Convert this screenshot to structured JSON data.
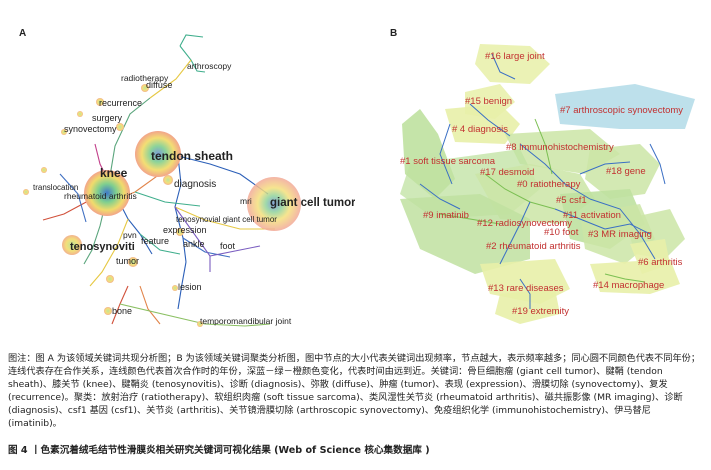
{
  "panel_a": {
    "label": "A",
    "keywords": [
      "arthroscopy",
      "radiotherapy",
      "diffuse",
      "recurrence",
      "surgery",
      "synovectomy",
      "tendon sheath",
      "knee",
      "translocation",
      "rheumatoid arthritis",
      "diagnosis",
      "mri",
      "giant cell tumor",
      "tenosynovial giant cell tumor",
      "expression",
      "pvn",
      "feature",
      "ankle",
      "foot",
      "tenosynoviti",
      "tumor",
      "lesion",
      "bone",
      "temporomandibular joint"
    ]
  },
  "panel_b": {
    "label": "B",
    "clusters": [
      "#16 large joint",
      "#15 benign",
      "#7 arthroscopic synovectomy",
      "# 4 diagnosis",
      "#8 immunohistochemistry",
      "#1 soft tissue sarcoma",
      "#17 desmoid",
      "#0 ratiotherapy",
      "#18 gene",
      "#5 csf1",
      "#11 activation",
      "#9 imatinib",
      "#12 radiosynovectomy",
      "#10 foot",
      "#3 MR imaging",
      "#2 rheumatoid arthritis",
      "#6 arthritis",
      "#13 rare diseases",
      "#14 macrophage",
      "#19 extremity"
    ]
  },
  "caption": {
    "body": "图注：图 A 为该领域关键词共现分析图；B 为该领域关键词聚类分析图，图中节点的大小代表关键词出现频率，节点越大，表示频率越多；同心圆不同颜色代表不同年份；连线代表存在合作关系，连线颜色代表首次合作时的年份，深蓝－绿－橙颜色变化，代表时间由远到近。关键词：骨巨细胞瘤 (giant cell tumor)、腱鞘 (tendon sheath)、膝关节 (knee)、腱鞘炎 (tenosynovitis)、诊断 (diagnosis)、弥散 (diffuse)、肿瘤 (tumor)、表现 (expression)、滑膜切除 (synovectomy)、复发 (recurrence)。聚类：放射治疗 (ratiotherapy)、软组织肉瘤 (soft tissue sarcoma)、类风湿性关节炎 (rheumatoid arthritis)、磁共振影像 (MR imaging)、诊断 (diagnosis)、csf1 基因 (csf1)、关节炎 (arthritis)、关节镜滑膜切除 (arthroscopic synovectomy)、免疫组织化学 (immunohistochemistry)、伊马替尼 (imatinib)。",
    "title": "图 4 丨色素沉着绒毛结节性滑膜炎相关研究关键词可视化结果 (Web of Science 核心集数据库 )"
  }
}
